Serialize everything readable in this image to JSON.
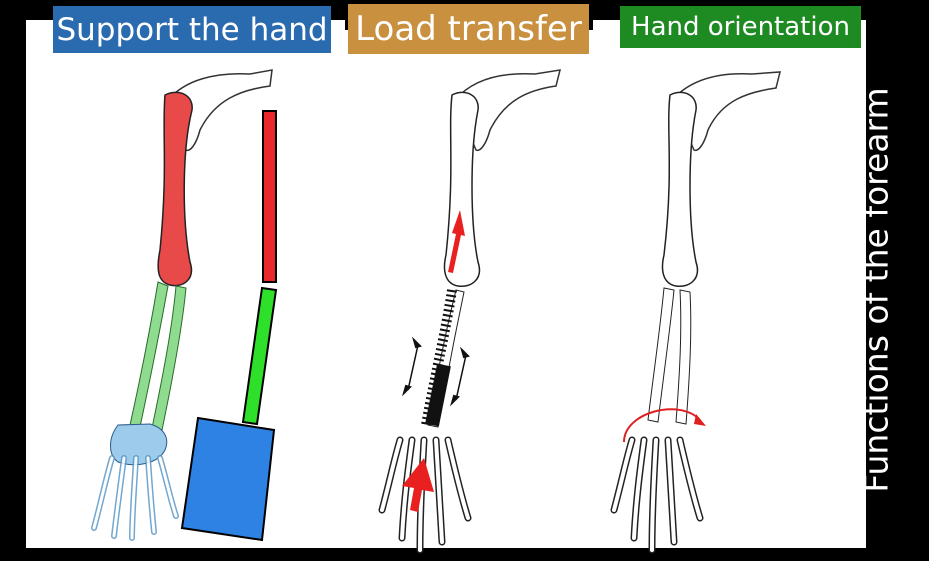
{
  "labels": {
    "support": "Support the hand",
    "load": "Load transfer",
    "orientation": "Hand orientation"
  },
  "side_title": "Functions of the forearm",
  "colors": {
    "background": "#000000",
    "panel": "#ffffff",
    "support_label_bg": "#2a6bb0",
    "load_label_bg": "#c9903f",
    "orientation_label_bg": "#1e8a22",
    "humerus_red": "#e63b3b",
    "forearm_green": "#7fd67f",
    "hand_blue": "#8fc3e8",
    "bar_red": "#e8282a",
    "bar_green": "#2ee02a",
    "block_blue": "#2d82e3",
    "arrow_red": "#e82020"
  },
  "icons": [
    "skeleton-arm-illustration",
    "spring-icon",
    "double-arrow-icon",
    "rotation-arrow-icon"
  ]
}
